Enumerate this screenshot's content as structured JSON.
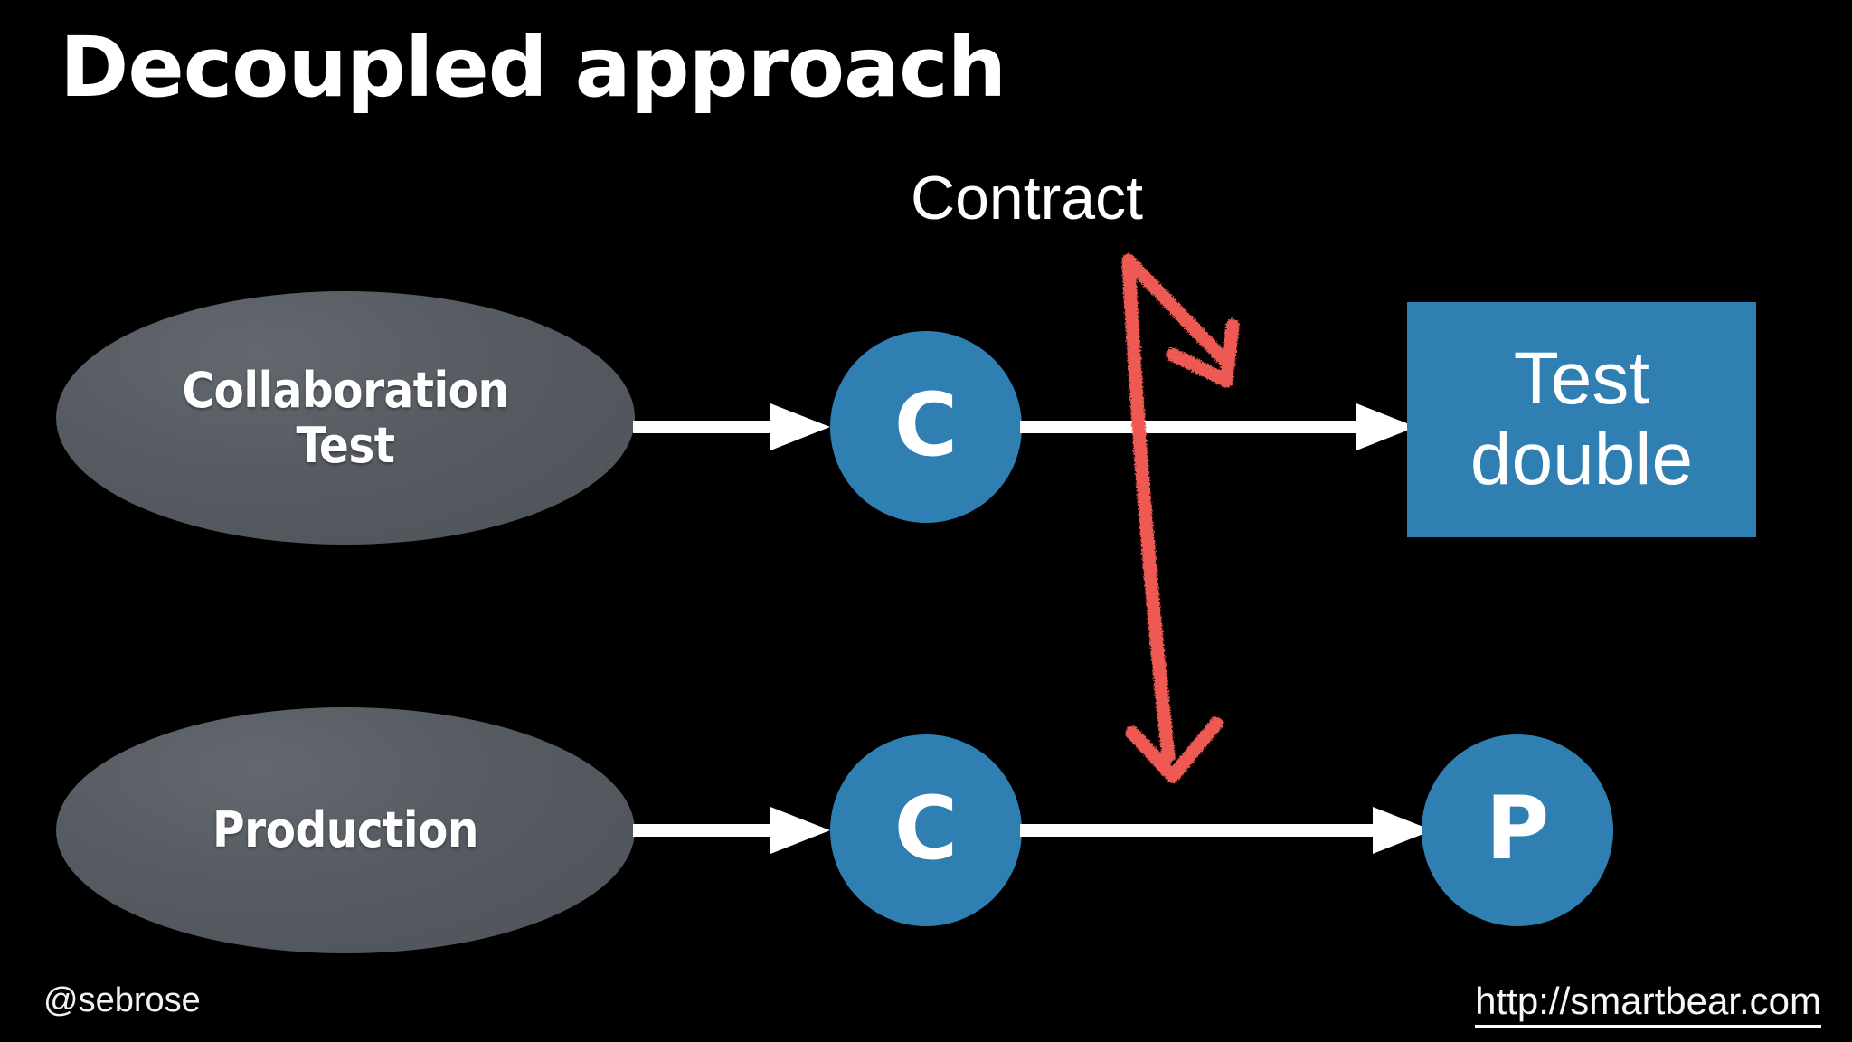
{
  "slide": {
    "title": "Decoupled approach",
    "background_color": "#000000"
  },
  "colors": {
    "background": "#000000",
    "ellipse_gray": "#565b62",
    "node_blue": "#2f7fb2",
    "annotation_red": "#ee5a52",
    "connector_white": "#ffffff",
    "text_white": "#ffffff"
  },
  "diagram": {
    "annotation_label": "Contract",
    "rows": [
      {
        "source_label_line1": "Collaboration",
        "source_label_line2": "Test",
        "middle_node_letter": "C",
        "target_label": "Test double"
      },
      {
        "source_label_line1": "Production",
        "source_label_line2": "",
        "middle_node_letter": "C",
        "target_label": "P"
      }
    ],
    "test_double_line1": "Test",
    "test_double_line2": "double",
    "production_label": "Production",
    "node_c_top": "C",
    "node_c_bottom": "C",
    "node_p": "P"
  },
  "footer": {
    "handle": "@sebrose",
    "url": "http://smartbear.com"
  }
}
